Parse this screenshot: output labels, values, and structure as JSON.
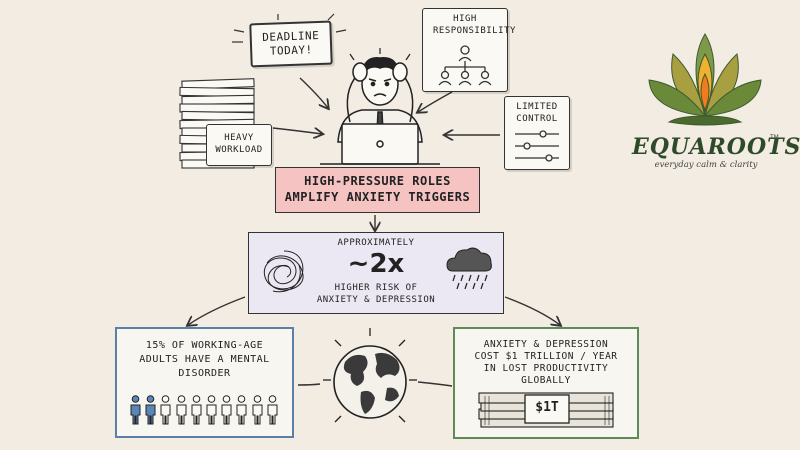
{
  "triggers": {
    "deadline": "DEADLINE TODAY!",
    "responsibility": "HIGH RESPONSIBILITY",
    "control": "LIMITED CONTROL",
    "workload": "HEAVY WORKLOAD"
  },
  "banner": {
    "line1": "HIGH-PRESSURE ROLES",
    "line2": "AMPLIFY ANXIETY TRIGGERS"
  },
  "risk": {
    "top": "APPROXIMATELY",
    "value": "~2x",
    "line1": "HIGHER RISK OF",
    "line2": "ANXIETY & DEPRESSION"
  },
  "left_stat": {
    "text": "15% of working-age adults have a mental disorder",
    "people_total": 10,
    "people_highlighted": 2
  },
  "right_stat": {
    "line1": "ANXIETY & DEPRESSION",
    "line2": "COST $1 TRILLION / YEAR",
    "line3": "IN LOST PRODUCTIVITY",
    "line4": "GLOBALLY",
    "money_label": "$1T"
  },
  "brand": {
    "name": "EQUAROOTS",
    "tm": "TM",
    "tagline": "everyday calm & clarity"
  },
  "colors": {
    "background": "#f2ece2",
    "banner_fill": "#f6c3c3",
    "risk_fill": "#ece8f3",
    "left_border": "#5b7fa6",
    "right_border": "#5e8a5a",
    "highlight_person": "#5b86b8",
    "brand_text": "#2f4a2a"
  }
}
